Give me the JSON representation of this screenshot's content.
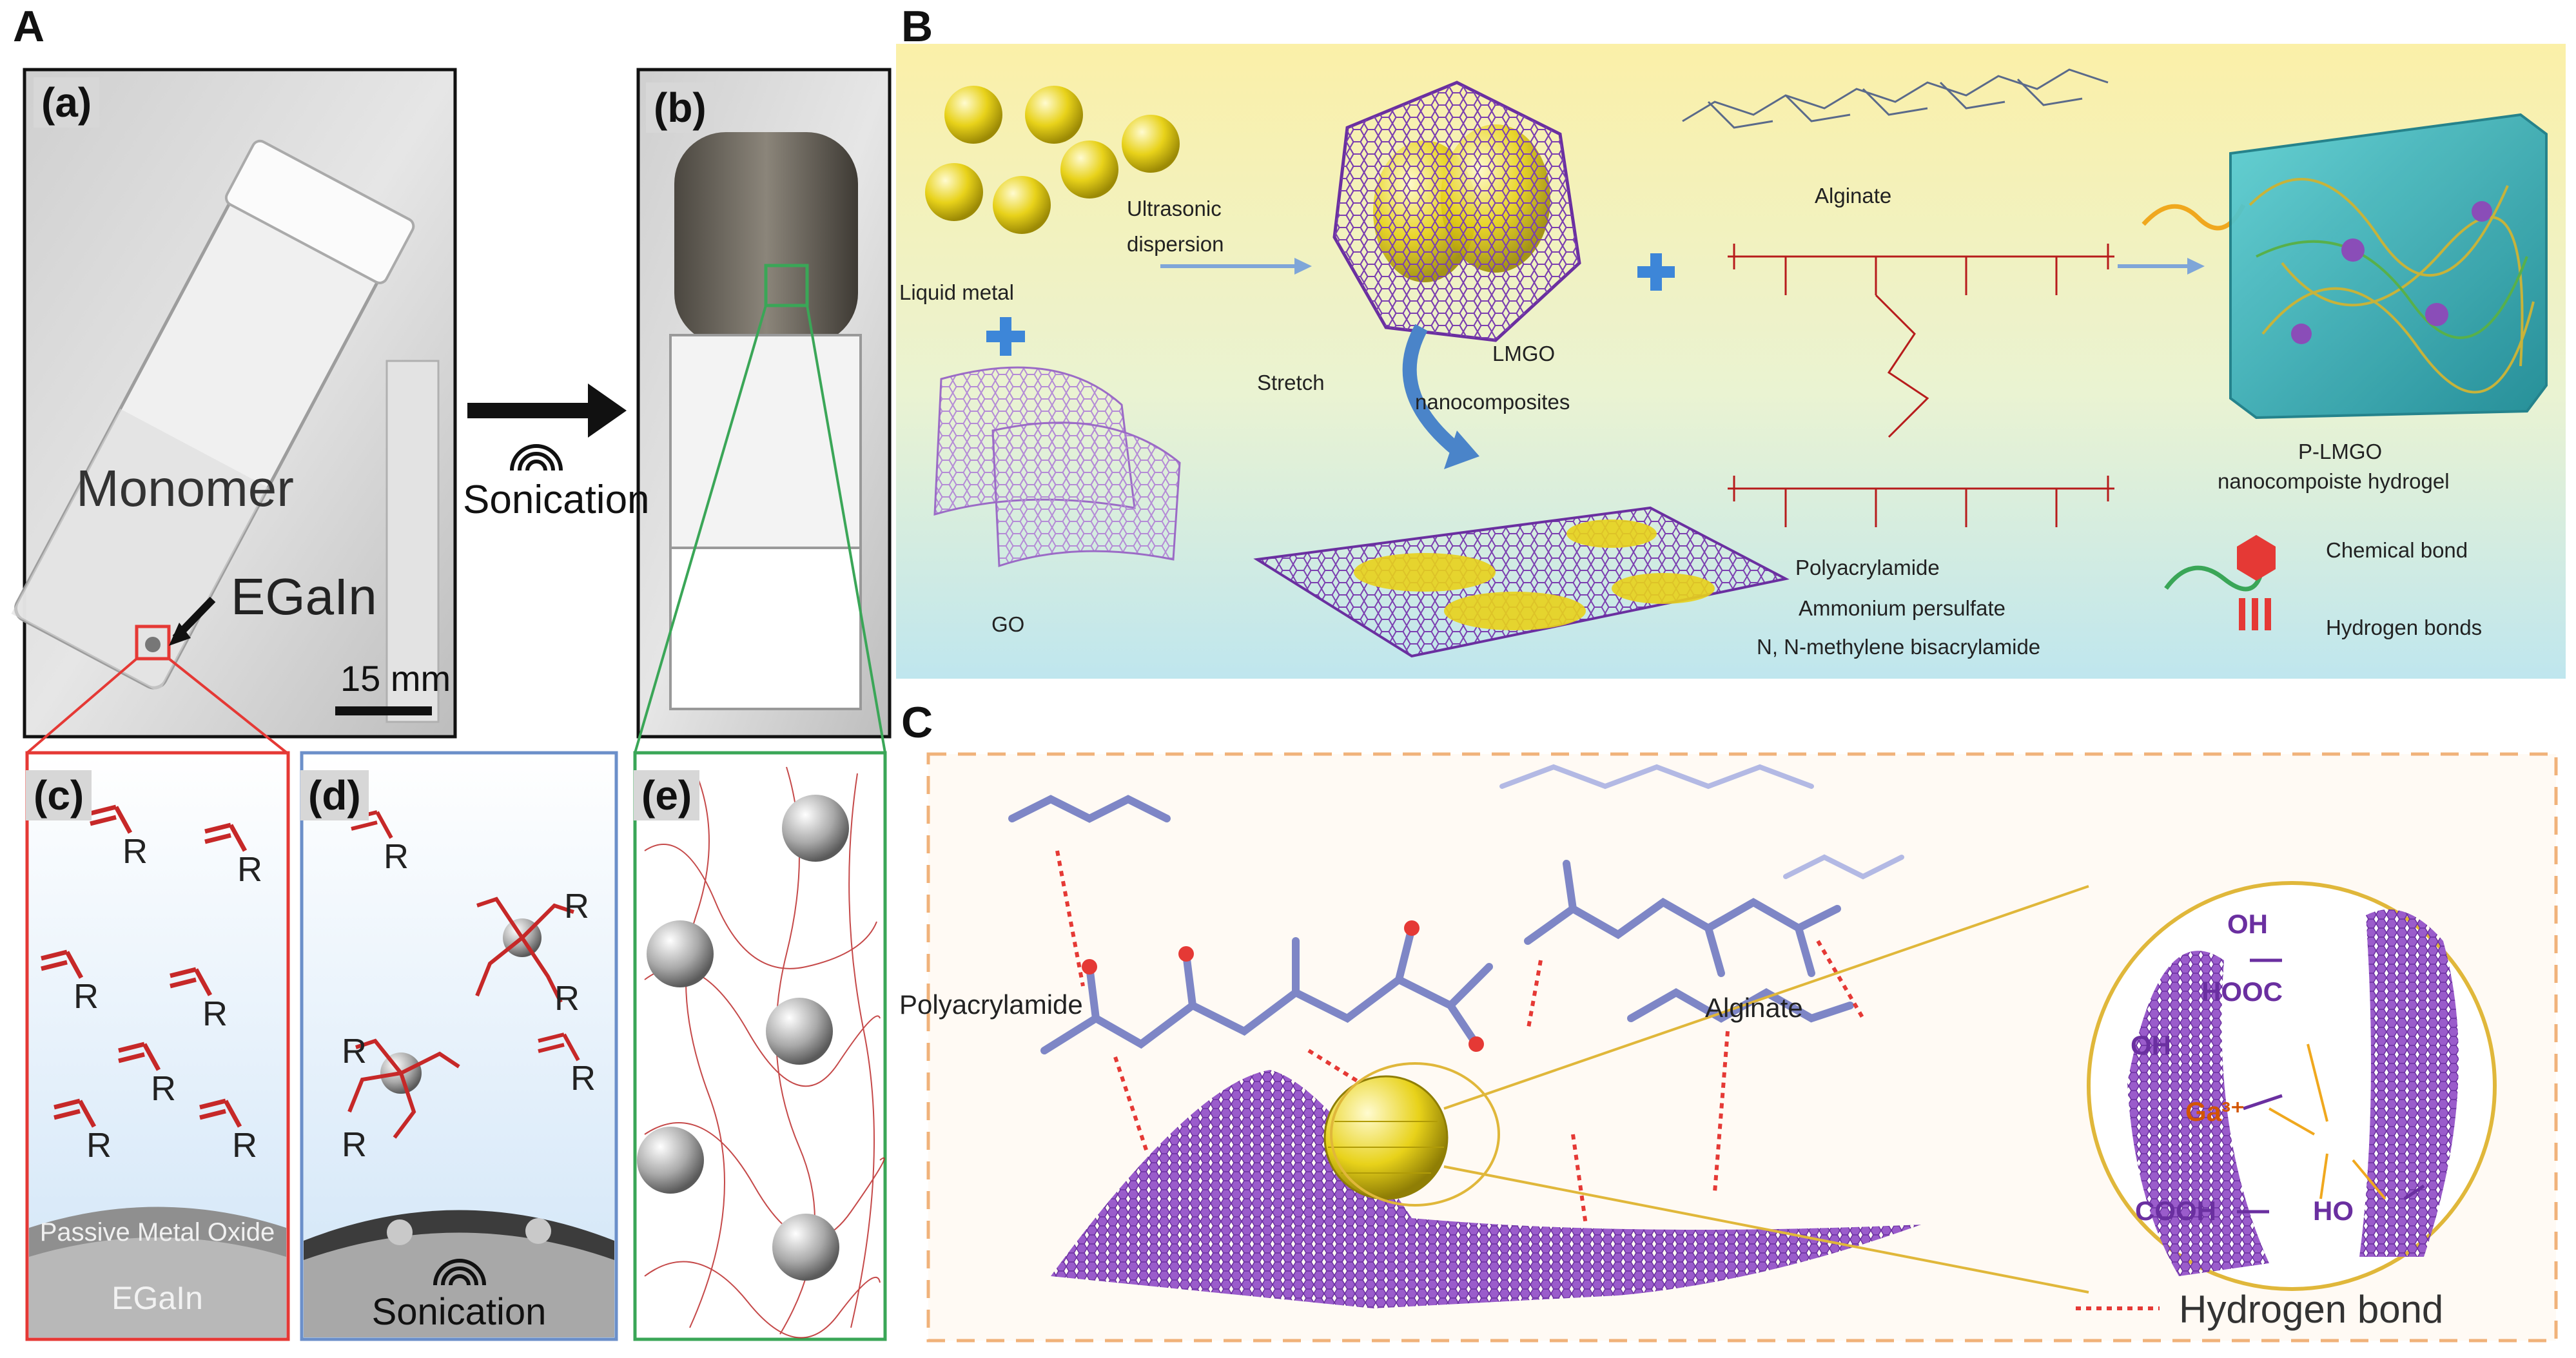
{
  "panel_a": {
    "letter": "A",
    "sub_a": "(a)",
    "sub_b": "(b)",
    "sub_c": "(c)",
    "sub_d": "(d)",
    "sub_e": "(e)",
    "monomer": "Monomer",
    "egain": "EGaIn",
    "scale": "15 mm",
    "sonication": "Sonication",
    "r": "R",
    "oxide": "Passive Metal Oxide",
    "egain_bottom": "EGaIn",
    "sonication_d": "Sonication"
  },
  "panel_b": {
    "letter": "B",
    "liquid_metal": "Liquid metal",
    "ultrasonic": "Ultrasonic",
    "dispersion": "dispersion",
    "go": "GO",
    "stretch": "Stretch",
    "lmgo": "LMGO",
    "nanocomposites": "nanocomposites",
    "alginate": "Alginate",
    "polyacrylamide": "Polyacrylamide",
    "aps": "Ammonium persulfate",
    "mba": "N, N-methylene bisacrylamide",
    "product1": "P-LMGO",
    "product2": "nanocompoiste hydrogel",
    "chem_bond": "Chemical bond",
    "h_bonds": "Hydrogen bonds"
  },
  "panel_c": {
    "letter": "C",
    "polyacrylamide": "Polyacrylamide",
    "alginate": "Alginate",
    "oh1": "OH",
    "hooc": "HOOC",
    "oh2": "OH",
    "ga": "Ga³⁺",
    "cooh": "COOH",
    "ho": "HO",
    "legend": "Hydrogen bond"
  },
  "colors": {
    "red_frame": "#e53935",
    "blue_frame": "#6b8fc9",
    "green_frame": "#3aa657",
    "graphene": "#7b3fb0",
    "gold": "#e8d21a",
    "polymer_red": "#b71c1c",
    "orange_dash": "#f0b27a"
  }
}
